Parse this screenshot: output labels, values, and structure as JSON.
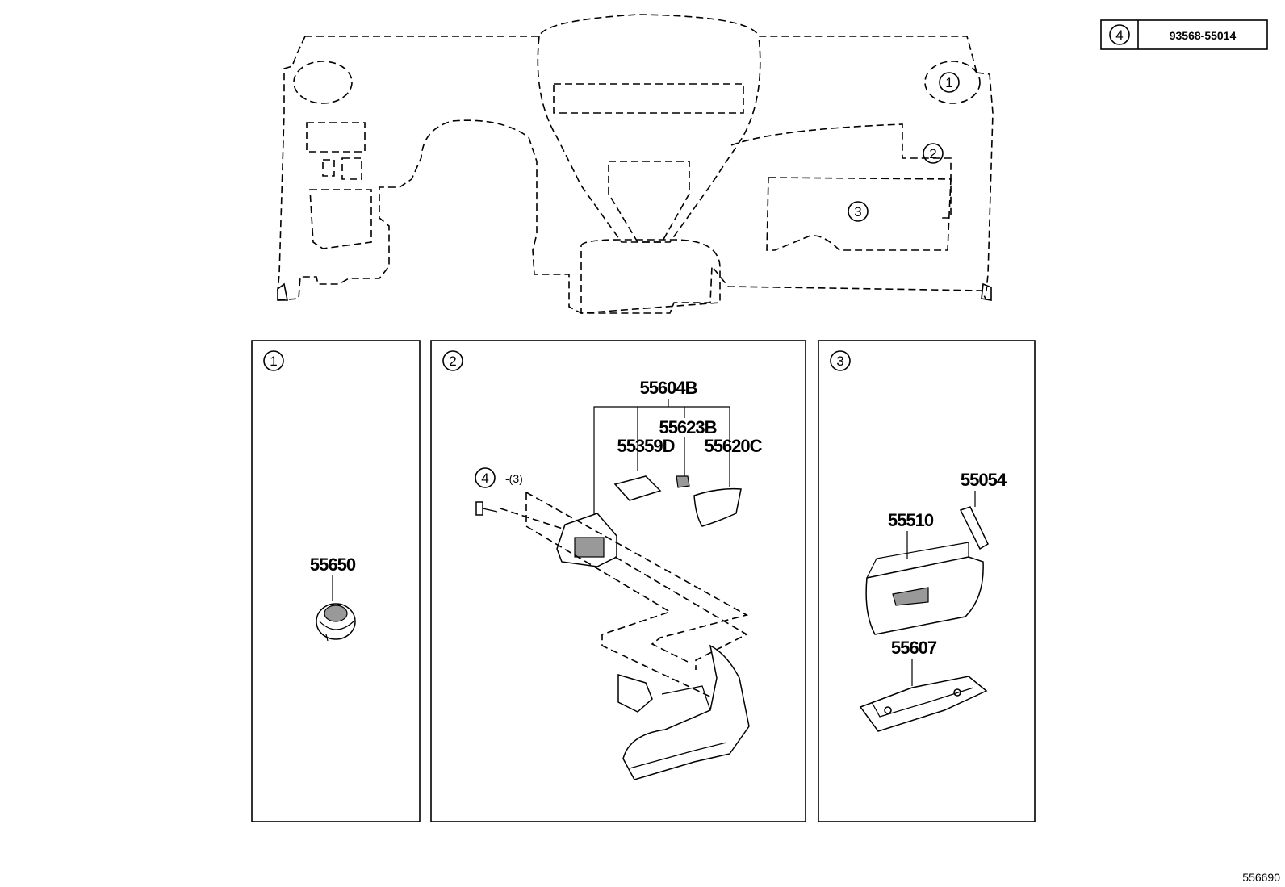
{
  "legend": {
    "marker": "4",
    "part_number": "93568-55014"
  },
  "overview_markers": [
    "1",
    "2",
    "3"
  ],
  "panels": [
    {
      "marker": "1",
      "parts": [
        "55650"
      ]
    },
    {
      "marker": "2",
      "parts": [
        "55604B",
        "55623B",
        "55359D",
        "55620C"
      ],
      "fastener": {
        "marker": "4",
        "qty": "-(3)"
      }
    },
    {
      "marker": "3",
      "parts": [
        "55054",
        "55510",
        "55607"
      ]
    }
  ],
  "diagram_id": "556690"
}
